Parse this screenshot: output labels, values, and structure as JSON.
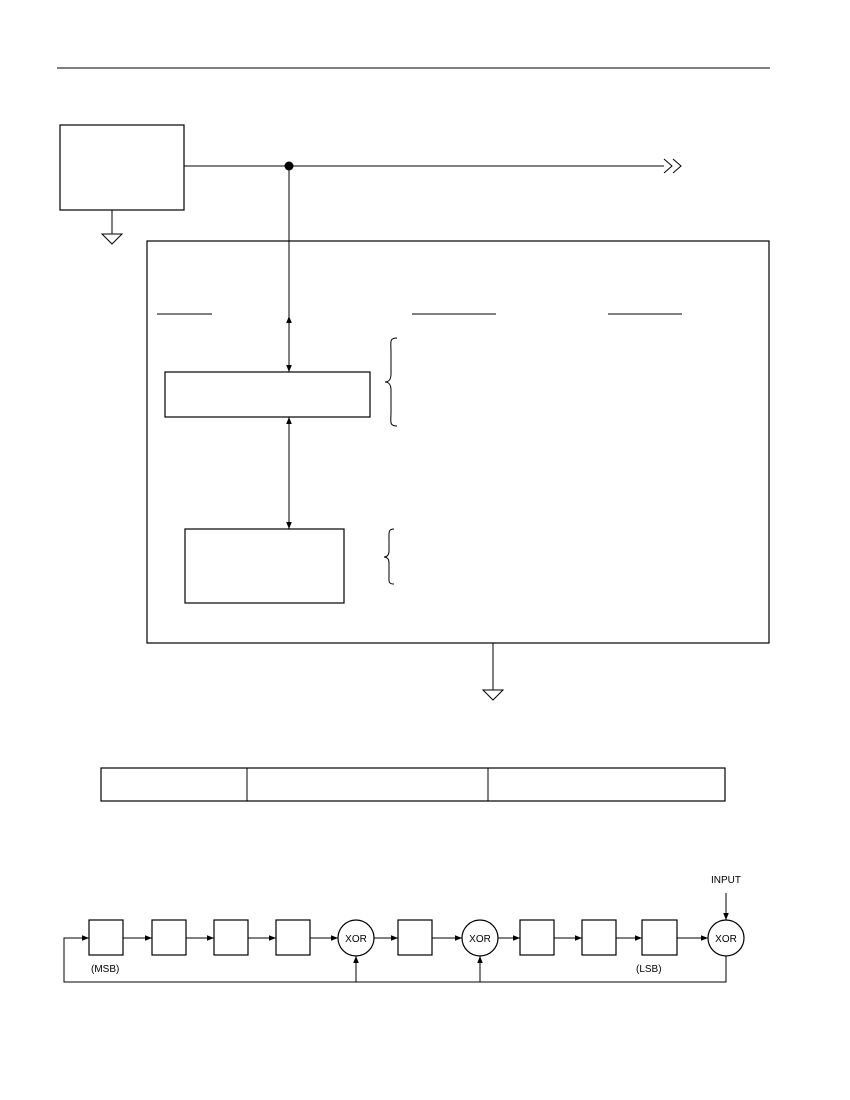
{
  "crc_diagram": {
    "gate_label": "XOR",
    "input_label": "INPUT",
    "msb_label": "(MSB)",
    "lsb_label": "(LSB)"
  }
}
